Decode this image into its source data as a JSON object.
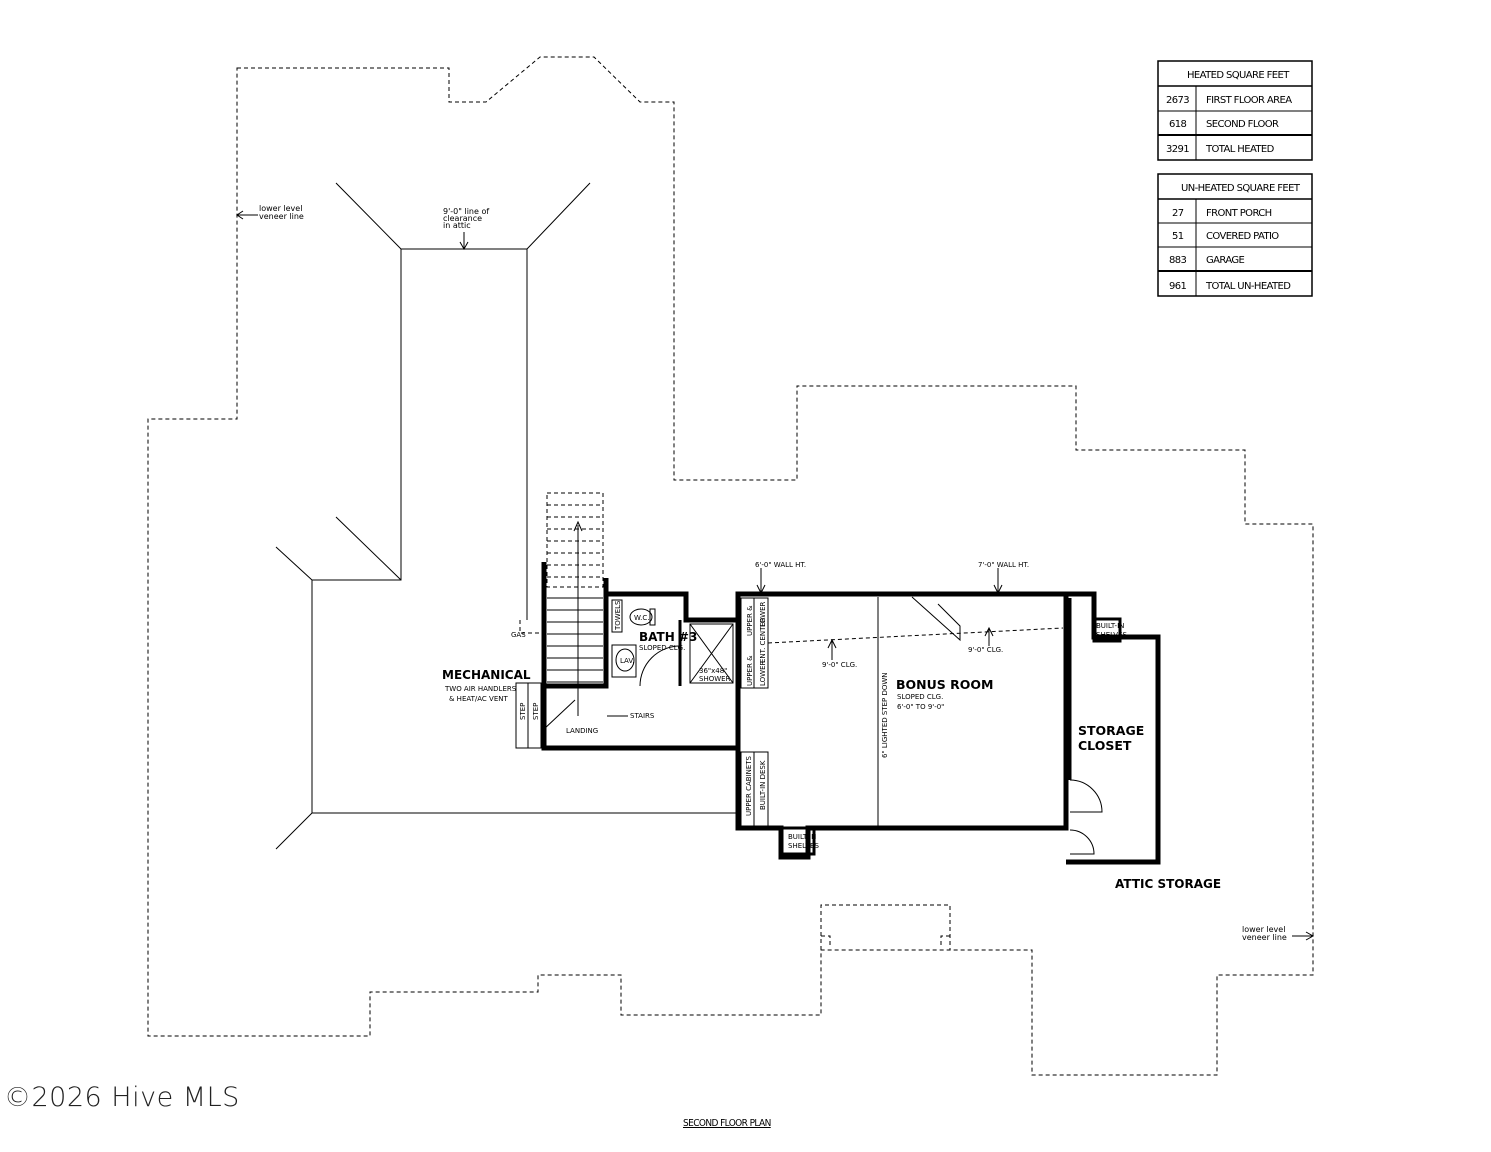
{
  "heated_table": {
    "title": "HEATED SQUARE FEET",
    "rows": [
      {
        "value": "2673",
        "label": "FIRST FLOOR AREA"
      },
      {
        "value": "618",
        "label": "SECOND FLOOR"
      },
      {
        "value": "3291",
        "label": "TOTAL HEATED"
      }
    ]
  },
  "unheated_table": {
    "title": "UN-HEATED SQUARE FEET",
    "rows": [
      {
        "value": "27",
        "label": "FRONT PORCH"
      },
      {
        "value": "51",
        "label": "COVERED PATIO"
      },
      {
        "value": "883",
        "label": "GARAGE"
      },
      {
        "value": "961",
        "label": "TOTAL UN-HEATED"
      }
    ]
  },
  "labels": {
    "lower_level_left_1": "lower level",
    "lower_level_left_2": "veneer line",
    "clearance_1": "9'-0\" line of",
    "clearance_2": "clearance",
    "clearance_3": "in attic",
    "wall_ht_6": "6'-0\" WALL HT.",
    "wall_ht_7": "7'-0\" WALL HT.",
    "clg_9_a": "9'-0\" CLG.",
    "clg_9_b": "9'-0\" CLG.",
    "gas": "GAS",
    "mechanical": "MECHANICAL",
    "mech_sub_1": "TWO AIR HANDLERS",
    "mech_sub_2": "& HEAT/AC VENT",
    "bath": "BATH #3",
    "bath_sub": "SLOPED CLG.",
    "towels": "TOWELS",
    "wc": "W.C.",
    "lav": "LAV.",
    "shower_1": "36\"x48\"",
    "shower_2": "SHOWER",
    "upper_lower_1": "UPPER &",
    "upper_lower_2": "LOWER",
    "upper_lower_3": "UPPER &",
    "upper_lower_4": "LOWER",
    "ent_center": "ENT. CENTER",
    "step_1": "STEP",
    "step_2": "STEP",
    "stairs": "STAIRS",
    "landing": "LANDING",
    "bonus": "BONUS ROOM",
    "bonus_sub_1": "SLOPED CLG.",
    "bonus_sub_2": "6'-0\" TO 9'-0\"",
    "lighted_step": "6\" LIGHTED STEP DOWN",
    "upper_cabinets": "UPPER CABINETS",
    "built_in_desk": "BUILT-IN DESK",
    "built_in_1": "BUILT-IN",
    "shelves_1": "SHELVES",
    "built_in_2": "BUILT-IN",
    "shelves_2": "SHELVES",
    "storage_1": "STORAGE",
    "storage_2": "CLOSET",
    "attic_storage": "ATTIC STORAGE",
    "lower_level_right_1": "lower level",
    "lower_level_right_2": "veneer line"
  },
  "watermark": "©2026 Hive MLS",
  "caption": "SECOND FLOOR PLAN"
}
